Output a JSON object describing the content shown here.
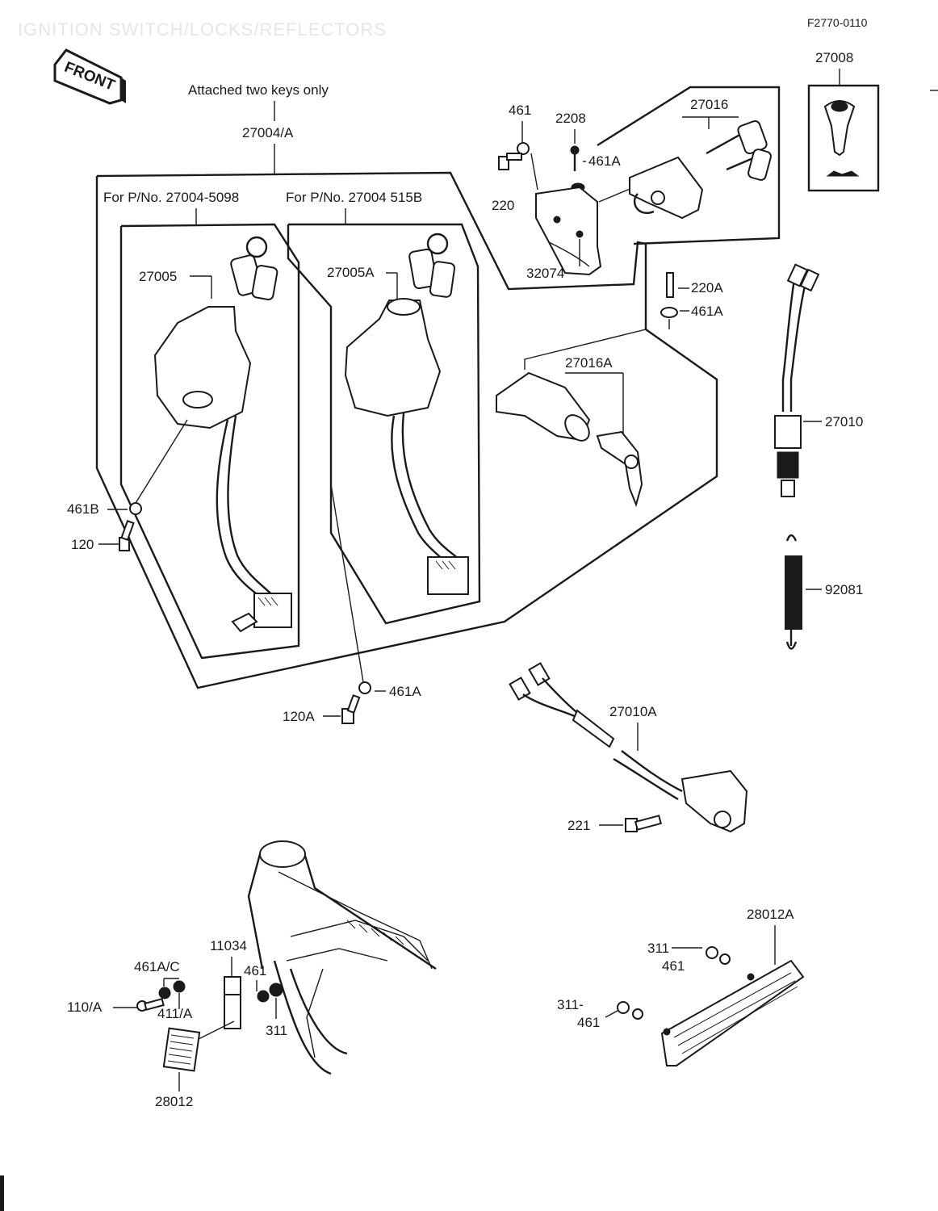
{
  "header": {
    "title": "IGNITION SWITCH/LOCKS/REFLECTORS",
    "code": "F2770-0110",
    "front_label": "FRONT"
  },
  "notes": {
    "attached_keys": "Attached two keys only",
    "for_5098": "For P/No. 27004-5098",
    "for_515b": "For P/No. 27004 515B"
  },
  "labels": {
    "p27004A": "27004/A",
    "p27005": "27005",
    "p27005A": "27005A",
    "p461B": "461B",
    "p120": "120",
    "p461A_bottom": "461A",
    "p120A": "120A",
    "p461_top": "461",
    "p2208": "2208",
    "p461A_top": "461A",
    "p220": "220",
    "p32074": "32074",
    "p27016": "27016",
    "p27008": "27008",
    "p220A": "220A",
    "p461A_mid": "461A",
    "p27016A": "27016A",
    "p27010": "27010",
    "p92081": "92081",
    "p27010A": "27010A",
    "p221": "221",
    "p461AC": "461A/C",
    "p11034": "11034",
    "p461_refl": "461",
    "p110A": "110/A",
    "p411A": "411/A",
    "p311_left": "311",
    "p28012": "28012",
    "p28012A": "28012A",
    "p311_r1": "311",
    "p461_r1": "461",
    "p311_r2": "311-",
    "p461_r2": "461"
  },
  "icons": [
    "front-arrow-icon",
    "key-icon",
    "ignition-switch-icon",
    "reflector-icon",
    "spring-icon",
    "bolt-icon",
    "washer-icon"
  ]
}
